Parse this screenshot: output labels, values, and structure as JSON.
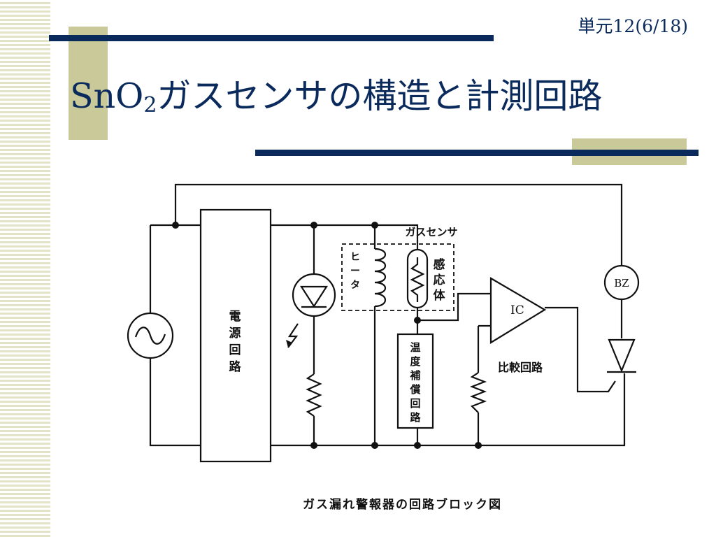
{
  "page_number": "単元12(6/18)",
  "title": {
    "prefix": "SnO",
    "subscript": "2",
    "suffix": "ガスセンサの構造と計測回路"
  },
  "circuit": {
    "power_block_label": [
      "電",
      "源",
      "回",
      "路"
    ],
    "gas_sensor_label": "ガスセンサ",
    "heater_label": [
      "ヒ",
      "ー",
      "タ"
    ],
    "sensing_label": [
      "感",
      "応",
      "体"
    ],
    "temp_comp_label": [
      "温",
      "度",
      "補",
      "償",
      "回",
      "路"
    ],
    "ic_label": "IC",
    "comparator_label": "比較回路",
    "buzzer_label": "BZ"
  },
  "caption": "ガス漏れ警報器の回路ブロック図",
  "colors": {
    "navy": "#0b2a5c",
    "olive": "#c9c99a",
    "stripe": "#e3e3c8",
    "ink": "#111111"
  }
}
